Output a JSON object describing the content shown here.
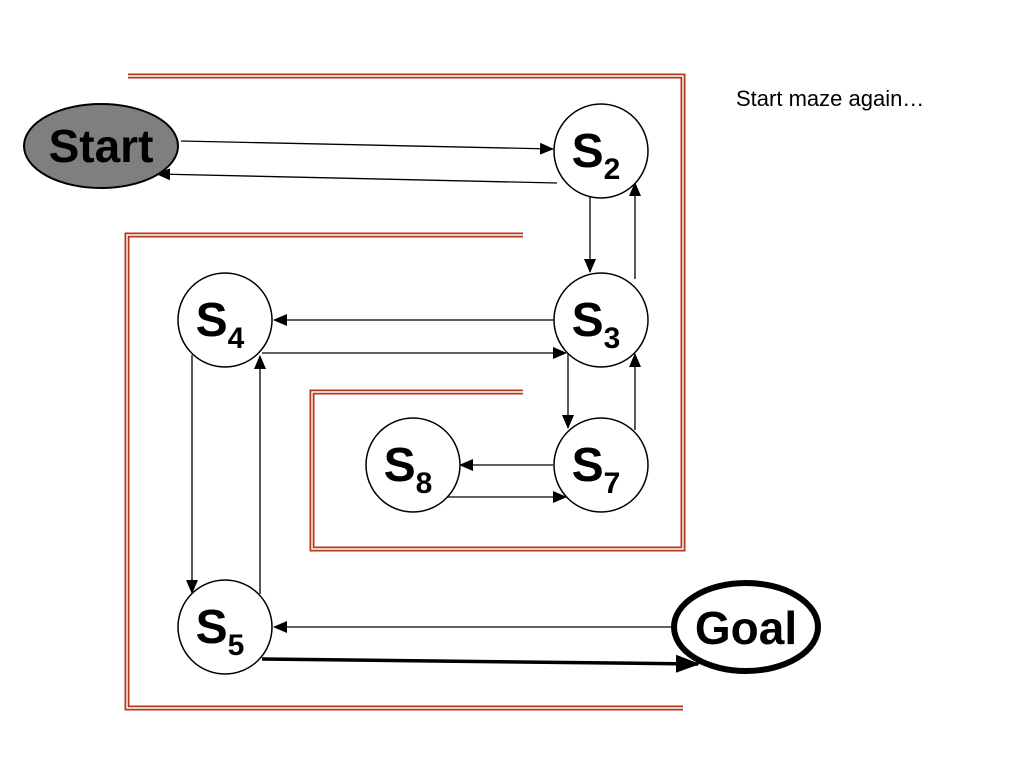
{
  "caption": "Start maze again…",
  "colors": {
    "wall": "#b5381b",
    "start_fill": "#7f7f7f",
    "node_fill": "#ffffff",
    "stroke": "#000000"
  },
  "nodes": {
    "start": {
      "label": "Start"
    },
    "s2": {
      "label": "S",
      "sub": "2"
    },
    "s3": {
      "label": "S",
      "sub": "3"
    },
    "s4": {
      "label": "S",
      "sub": "4"
    },
    "s5": {
      "label": "S",
      "sub": "5"
    },
    "s7": {
      "label": "S",
      "sub": "7"
    },
    "s8": {
      "label": "S",
      "sub": "8"
    },
    "goal": {
      "label": "Goal"
    }
  },
  "edges": [
    {
      "from": "start",
      "to": "s2"
    },
    {
      "from": "s2",
      "to": "start"
    },
    {
      "from": "s2",
      "to": "s3"
    },
    {
      "from": "s3",
      "to": "s2"
    },
    {
      "from": "s3",
      "to": "s4"
    },
    {
      "from": "s4",
      "to": "s3"
    },
    {
      "from": "s3",
      "to": "s7"
    },
    {
      "from": "s7",
      "to": "s3"
    },
    {
      "from": "s7",
      "to": "s8"
    },
    {
      "from": "s8",
      "to": "s7"
    },
    {
      "from": "s4",
      "to": "s5"
    },
    {
      "from": "s5",
      "to": "s4"
    },
    {
      "from": "goal",
      "to": "s5"
    },
    {
      "from": "s5",
      "to": "goal",
      "emphasis": true
    }
  ]
}
